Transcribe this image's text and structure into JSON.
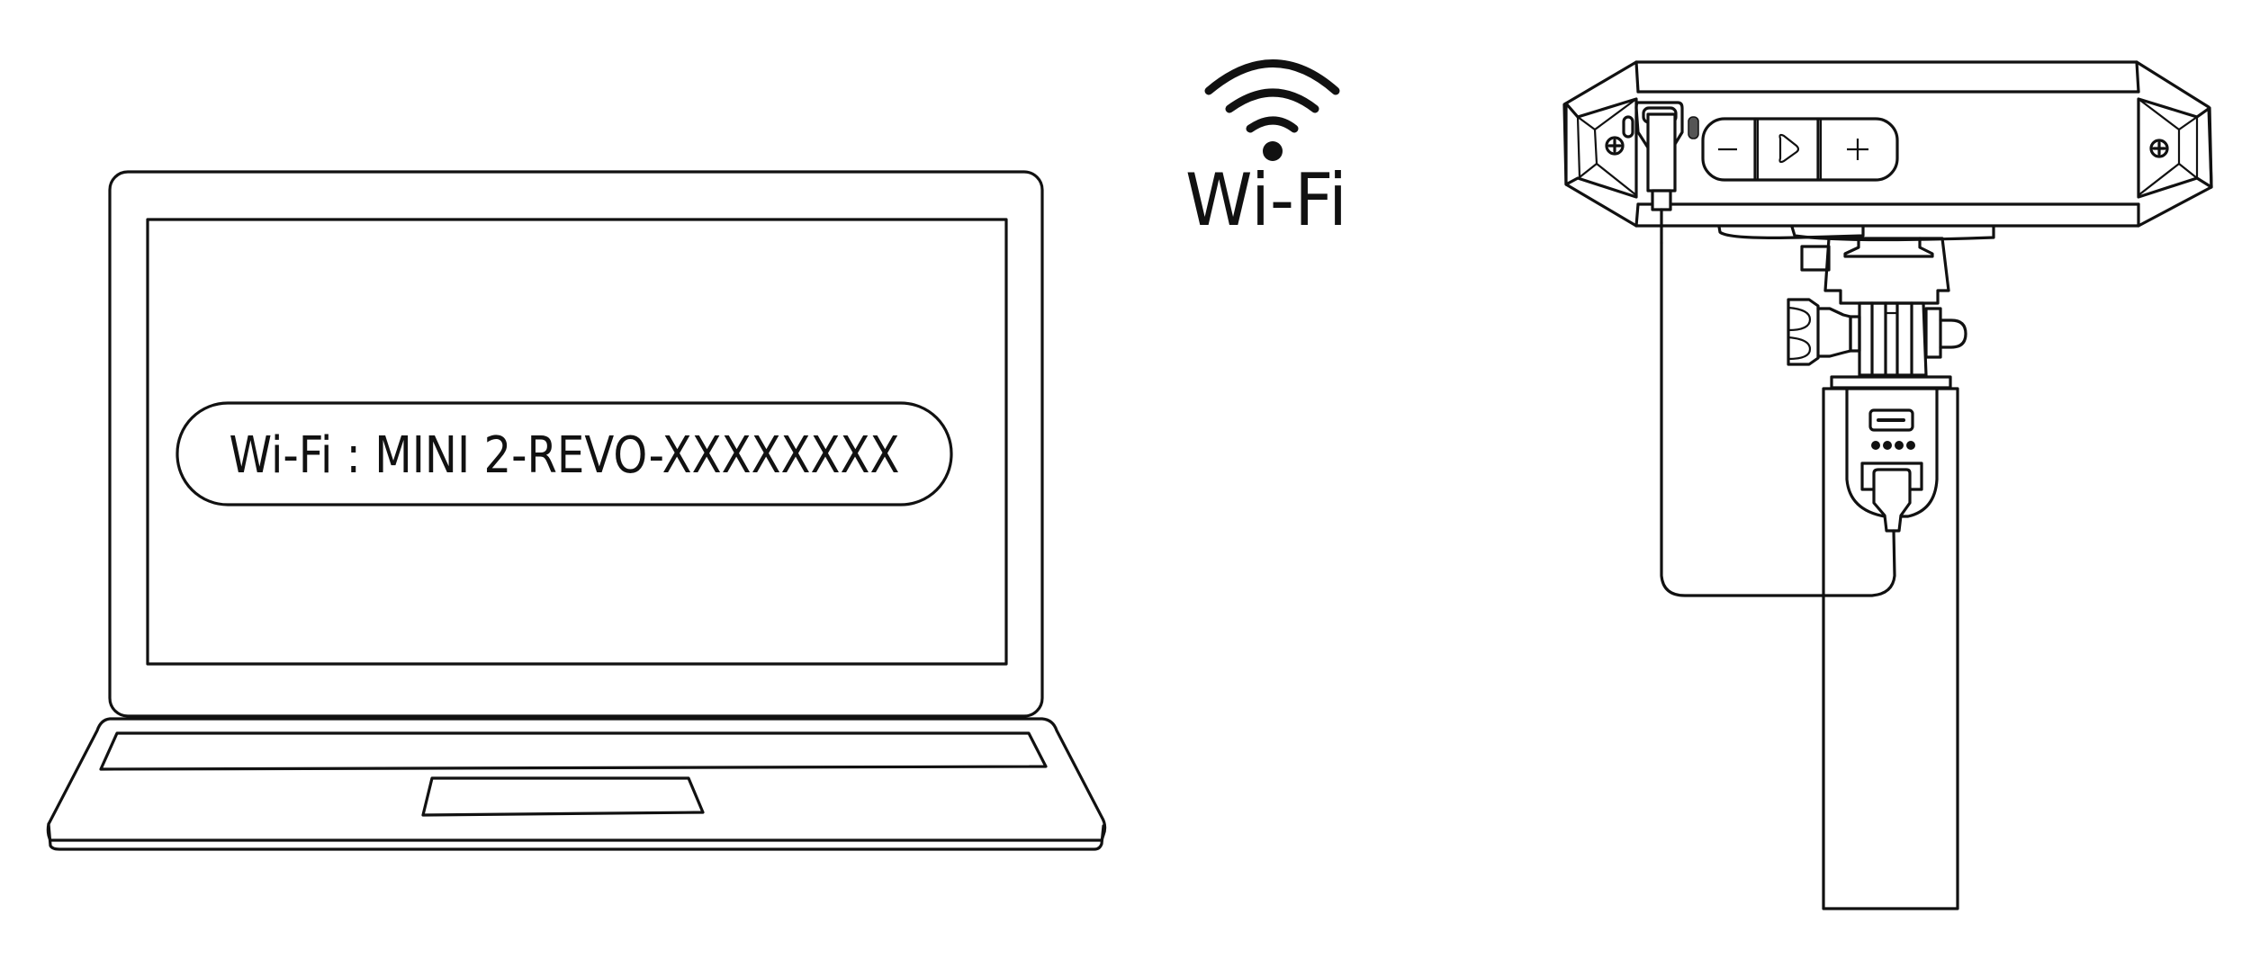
{
  "diagram": {
    "laptop": {
      "screen_label": "Wi-Fi : MINI 2-REVO-XXXXXXXX"
    },
    "wifi_symbol": {
      "icon": "wifi-icon",
      "label": "Wi-Fi"
    },
    "device": {
      "buttons": [
        "minus",
        "play",
        "plus"
      ],
      "icons": [
        "screw-icon",
        "usb-c-port-icon",
        "battery-led-icon"
      ],
      "battery_leds": 4
    }
  }
}
